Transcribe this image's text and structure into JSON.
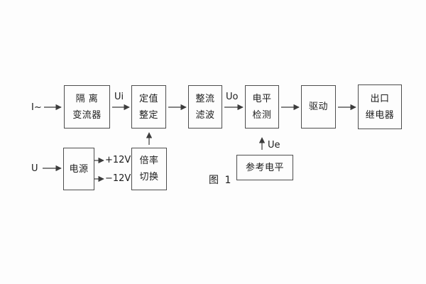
{
  "figure": {
    "caption": "图 1"
  },
  "blocks": {
    "isolation": {
      "line1": "隔 离",
      "line2": "变流器"
    },
    "setting": {
      "line1": "定值",
      "line2": "整定"
    },
    "rectifier": {
      "line1": "整流",
      "line2": "滤波"
    },
    "level": {
      "line1": "电平",
      "line2": "检测"
    },
    "drive": {
      "line1": "驱动"
    },
    "output": {
      "line1": "出口",
      "line2": "继电器"
    },
    "power": {
      "line1": "电源"
    },
    "ratio": {
      "line1": "倍率",
      "line2": "切换"
    },
    "reference": {
      "line1": "参考电平"
    }
  },
  "io_labels": {
    "current_input": "I~",
    "voltage_input": "U"
  },
  "signal_labels": {
    "ui": "Ui",
    "uo": "Uo",
    "ue": "Ue"
  },
  "power_rails": {
    "positive": "+12V",
    "negative": "−12V"
  },
  "colors": {
    "line": "#3c3c3c",
    "border": "#4d4d4d",
    "text": "#1c1c1c",
    "background": "#fdfdfd"
  }
}
